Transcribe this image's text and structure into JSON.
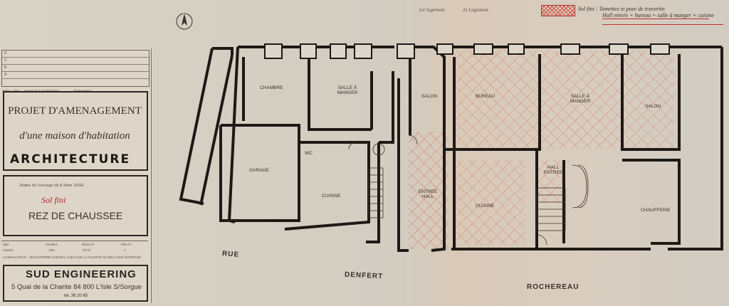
{
  "title_block": {
    "revision_rows": [
      "D",
      "C",
      "B",
      "A"
    ],
    "revision_headers": [
      "indice",
      "date",
      "nature de la modification",
      "observations"
    ],
    "project_line1": "PROJET D'AMENAGEMENT",
    "project_line2": "d'une maison d'habitation",
    "discipline": "ARCHITECTURE",
    "client": "Maitre de l'ouvrage Mr & Mme JUGE",
    "legend_title": "Sol fini",
    "level": "REZ DE CHAUSSEE",
    "meta": {
      "date_label": "date",
      "numero_label": "numéro",
      "echelle_label": "Echelles",
      "echelle_value": "1/50",
      "affaire_label": "Affaire N°",
      "affaire_value": "79 37",
      "plan_label": "Plan N°",
      "plan_value": "4",
      "architect": "Architecte DPLG : JEAN-PIERRE HUGUES, 5 QUAI DE LA CHARITE 84 800 L'ISLE S/SORGUE"
    },
    "firm": "SUD ENGINEERING",
    "firm_address": "5 Quai de la Charite 84 800 L'Isle S/Sorgue",
    "firm_tel": "tel. 38 20 65"
  },
  "legend": {
    "label": "Sol fini :",
    "line1": "Tomettes et pose de travertin",
    "line2": "Hall entrée + bureau + salle à manger + cuisine",
    "hatch_color": "#d24b3d"
  },
  "headers": {
    "logement1": "1er logement",
    "logement2": "2e Logement"
  },
  "rooms": {
    "chambre": "CHAMBRE",
    "salle_manger_1": "SALLE À MANGER",
    "salon_1": "SALON",
    "bureau": "BUREAU",
    "salle_manger_2": "SALLE À MANGER",
    "salon_2": "SALON",
    "garage": "GARAGE",
    "wc": "WC",
    "cuisine_1": "CUISINE",
    "hall_entree_1": "ENTREE HALL",
    "cuisine_2": "CUISINE",
    "hall_entree_2": "HALL ENTREE",
    "chaufferie": "CHAUFFERIE"
  },
  "streets": {
    "rue": "RUE",
    "denfert": "DENFERT",
    "rochereau": "ROCHEREAU"
  },
  "compass_label": "N"
}
